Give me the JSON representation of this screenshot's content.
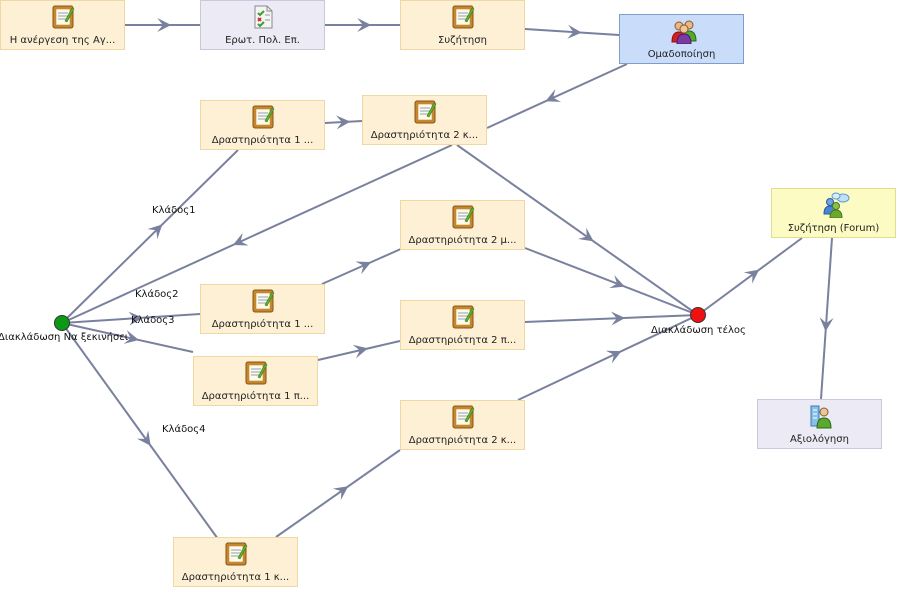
{
  "colors": {
    "edge": "#7a819e",
    "start_gate": "#0a9a16",
    "end_gate": "#f01010"
  },
  "nodes": {
    "activation": {
      "label": "Η ανέργεση της Αγ...",
      "icon": "notepad-icon"
    },
    "questionnaire": {
      "label": "Ερωτ. Πολ. Επ.",
      "icon": "questionnaire-icon"
    },
    "discussion": {
      "label": "Συζήτηση",
      "icon": "notepad-icon"
    },
    "grouping": {
      "label": "Ομαδοποίηση",
      "icon": "group-users-icon"
    },
    "b1_act1": {
      "label": "Δραστηριότητα 1 ...",
      "icon": "notepad-icon"
    },
    "b1_act2": {
      "label": "Δραστηριότητα 2 κ...",
      "icon": "notepad-icon"
    },
    "b2_act2": {
      "label": "Δραστηριότητα 2 μ...",
      "icon": "notepad-icon"
    },
    "b2_act1": {
      "label": "Δραστηριότητα 1 ...",
      "icon": "notepad-icon"
    },
    "b3_act2": {
      "label": "Δραστηριότητα 2 π...",
      "icon": "notepad-icon"
    },
    "b3_act1": {
      "label": "Δραστηριότητα 1 π...",
      "icon": "notepad-icon"
    },
    "b4_act2": {
      "label": "Δραστηριότητα 2 κ...",
      "icon": "notepad-icon"
    },
    "b4_act1": {
      "label": "Δραστηριότητα 1 κ...",
      "icon": "notepad-icon"
    },
    "forum": {
      "label": "Συζήτηση (Forum)",
      "icon": "forum-icon"
    },
    "evaluation": {
      "label": "Αξιολόγηση",
      "icon": "evaluation-icon"
    }
  },
  "gates": {
    "start": {
      "label": "Διακλάδωση Να ξεκινήσει"
    },
    "end": {
      "label": "Διακλάδωση τέλος"
    }
  },
  "branches": {
    "b1": "Κλάδος1",
    "b2": "Κλάδος2",
    "b3": "Κλάδος3",
    "b4": "Κλάδος4"
  }
}
